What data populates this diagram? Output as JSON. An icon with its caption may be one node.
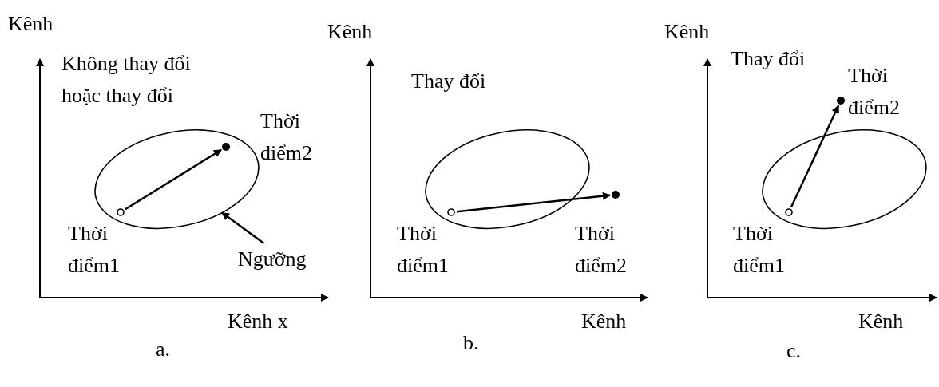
{
  "diagram": {
    "nodes": [
      {
        "text": [],
        "shape": "ellipse"
      },
      {
        "text": [],
        "shape": "circle",
        "in": 0,
        "beside": [
          "Thời điểm1"
        ]
      },
      {
        "text": [],
        "shape": "dot",
        "in": 0,
        "beside": [
          "Thời điểm2"
        ]
      },
      {
        "text": [
          "Ngưỡng"
        ]
      },
      {
        "text": [],
        "shape": "ellipse"
      },
      {
        "text": [],
        "shape": "circle",
        "in": 4,
        "beside": [
          "Thời điểm1"
        ]
      },
      {
        "text": [],
        "shape": "dot",
        "beside": [
          "Thời điểm2"
        ]
      },
      {
        "text": [],
        "shape": "ellipse"
      },
      {
        "text": [],
        "shape": "circle",
        "in": 7,
        "beside": [
          "Thời điểm1"
        ]
      },
      {
        "text": [],
        "shape": "dot",
        "beside": [
          "Thời điểm2"
        ]
      }
    ],
    "edges": [
      {
        "from": 1,
        "to": 2,
        "arrow": "to"
      },
      {
        "from": 3,
        "to": 0,
        "arrow": "to"
      },
      {
        "from": 5,
        "to": 6,
        "arrow": "to"
      },
      {
        "from": 8,
        "to": 9,
        "arrow": "to"
      }
    ],
    "labels": [
      "Kênh",
      "Kênh",
      "Kênh",
      "Không thay đổi hoặc thay đổi",
      "Thay đổi",
      "Thay đổi",
      "Kênh x",
      "Kênh",
      "Kênh",
      "a.",
      "b.",
      "c."
    ]
  }
}
